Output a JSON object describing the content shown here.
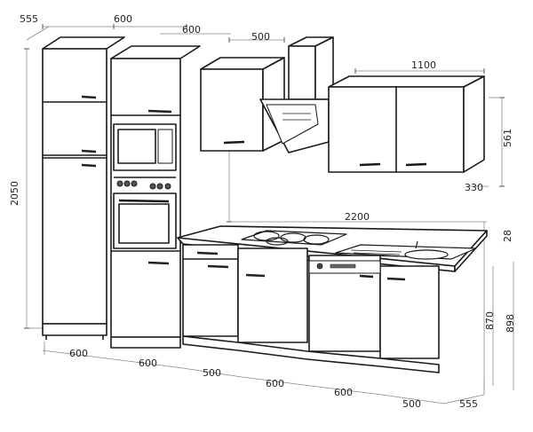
{
  "dimensions": {
    "top_depth_left": "555",
    "top_width_tall_1": "600",
    "top_width_tall_2": "600",
    "top_width_wall_1": "500",
    "top_width_wall_2": "1100",
    "left_height_total": "2050",
    "right_height_wall": "561",
    "right_depth_wall": "330",
    "worktop_length": "2200",
    "worktop_thickness": "28",
    "base_height": "870",
    "base_height_with_top": "898",
    "bottom_width_1": "600",
    "bottom_width_2": "600",
    "bottom_width_3": "500",
    "bottom_width_4": "600",
    "bottom_width_5": "600",
    "bottom_width_6": "500",
    "bottom_depth": "555"
  }
}
